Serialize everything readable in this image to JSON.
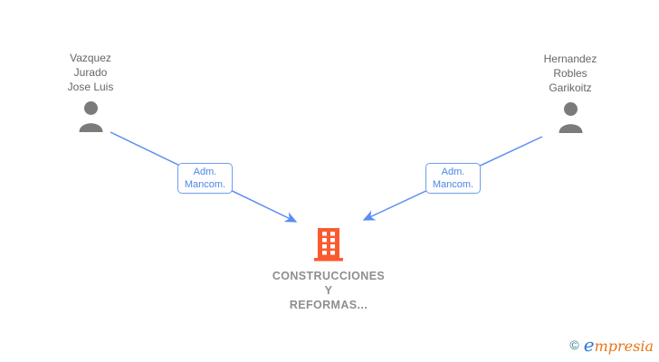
{
  "diagram": {
    "persons": [
      {
        "name": "Vazquez\nJurado\nJose Luis"
      },
      {
        "name": "Hernandez\nRobles\nGarikoitz"
      }
    ],
    "edges": [
      {
        "label": "Adm.\nMancom.",
        "from": "Vazquez Jurado Jose Luis",
        "to": "CONSTRUCCIONES Y REFORMAS..."
      },
      {
        "label": "Adm.\nMancom.",
        "from": "Hernandez Robles Garikoitz",
        "to": "CONSTRUCCIONES Y REFORMAS..."
      }
    ],
    "company": {
      "name": "CONSTRUCCIONES\nY\nREFORMAS..."
    },
    "colors": {
      "edge_line": "#5b8df2",
      "edge_label_border": "#6d9eeb",
      "edge_label_text": "#4a86e8",
      "person_icon": "#7b7b7b",
      "person_text": "#666666",
      "company_icon": "#fb5a2e",
      "company_text": "#8e8e8e"
    }
  },
  "footer": {
    "copyright": "©",
    "brand_first": "e",
    "brand_rest": "mpresia"
  }
}
